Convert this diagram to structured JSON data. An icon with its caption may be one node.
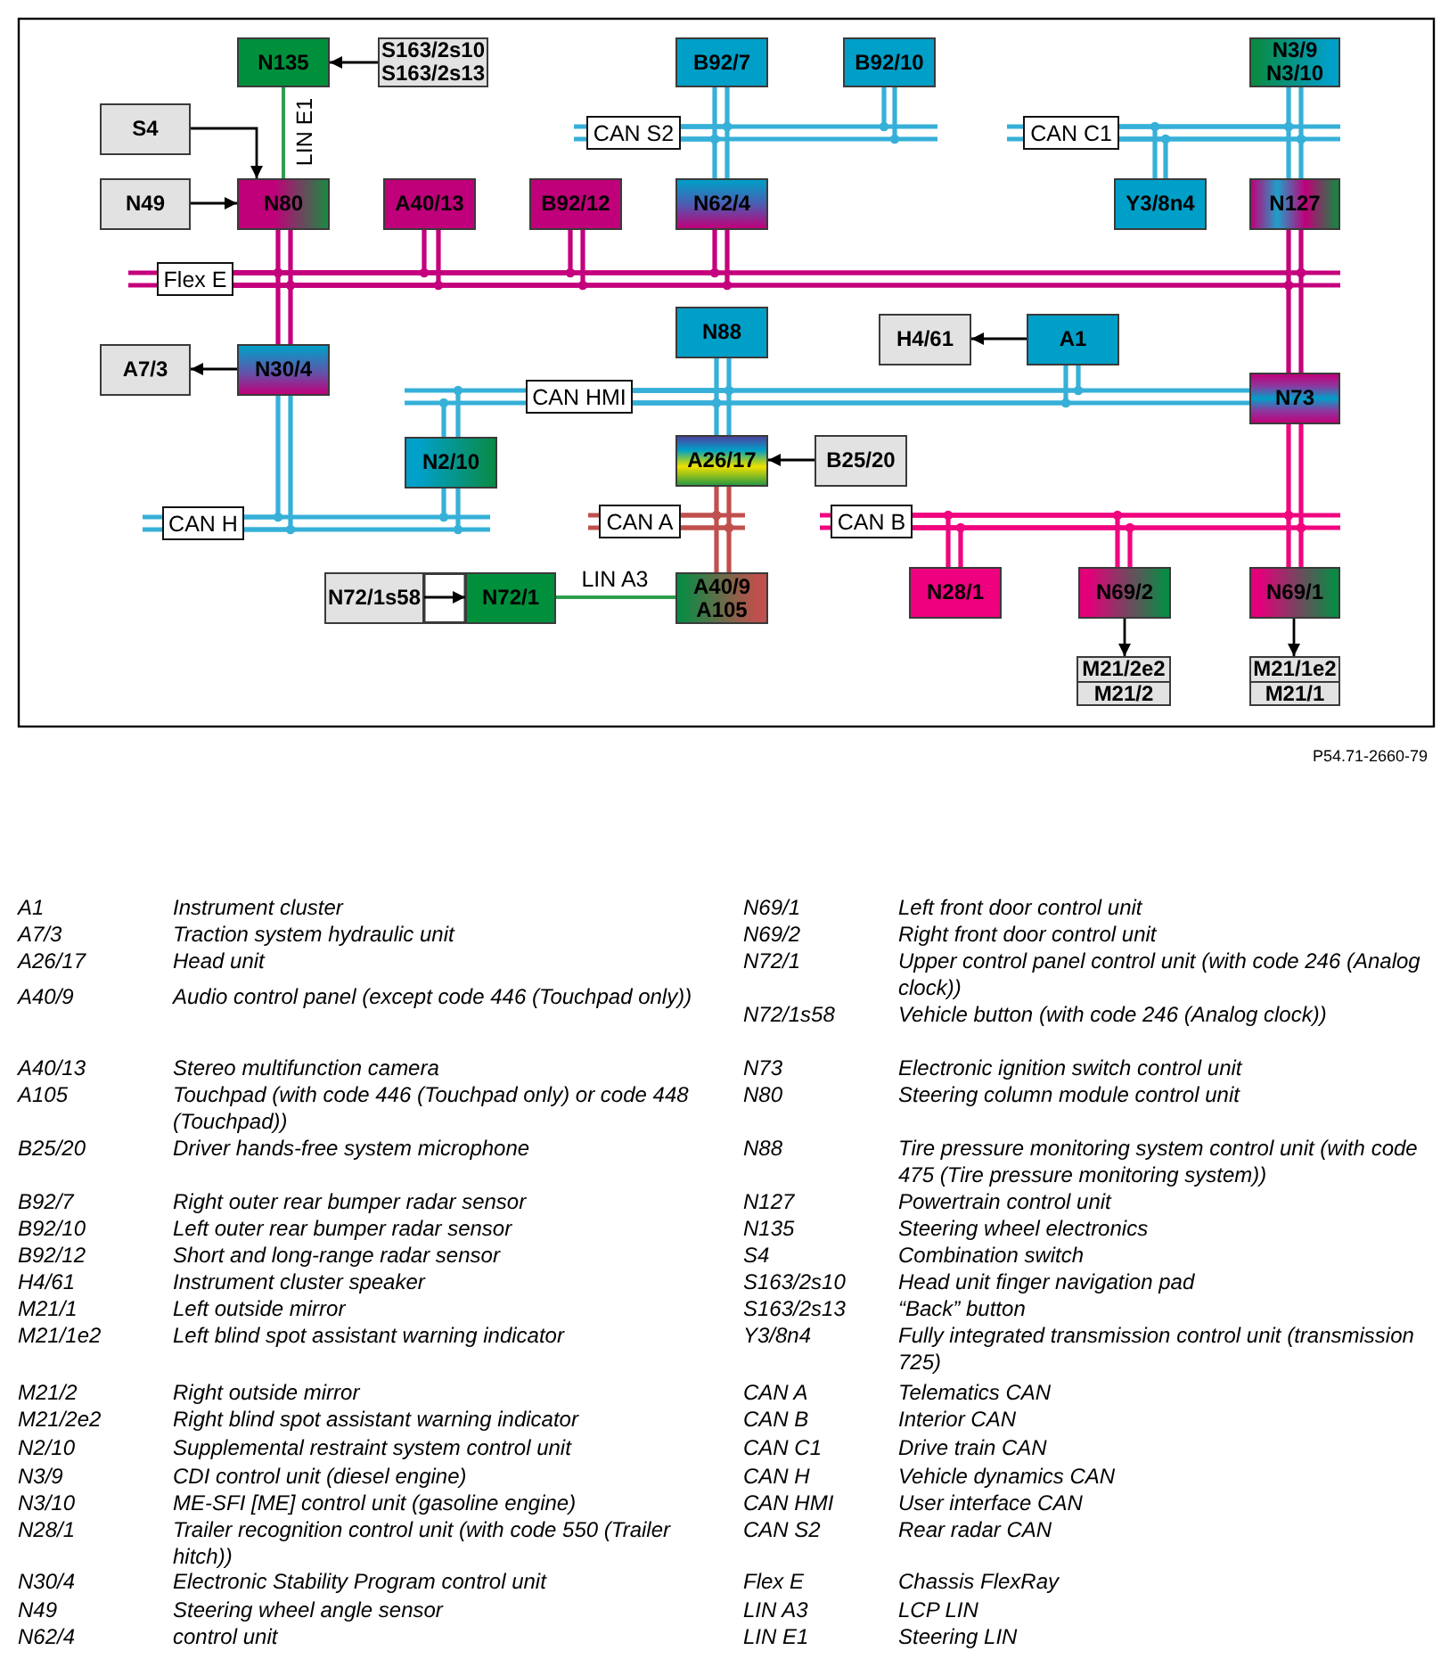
{
  "diagram": {
    "nodes": [
      {
        "text": [
          "N135"
        ]
      },
      {
        "text": [
          "S163/2s10",
          "S163/2s13"
        ]
      },
      {
        "text": [
          "B92/7"
        ]
      },
      {
        "text": [
          "B92/10"
        ]
      },
      {
        "text": [
          "N3/9",
          "N3/10"
        ]
      },
      {
        "text": [
          "S4"
        ]
      },
      {
        "text": [
          "CAN S2"
        ]
      },
      {
        "text": [
          "CAN C1"
        ]
      },
      {
        "text": [
          "N49"
        ]
      },
      {
        "text": [
          "N80"
        ]
      },
      {
        "text": [
          "A40/13"
        ]
      },
      {
        "text": [
          "B92/12"
        ]
      },
      {
        "text": [
          "N62/4"
        ]
      },
      {
        "text": [
          "Y3/8n4"
        ]
      },
      {
        "text": [
          "N127"
        ]
      },
      {
        "text": [
          "Flex E"
        ]
      },
      {
        "text": [
          "N88"
        ]
      },
      {
        "text": [
          "H4/61"
        ]
      },
      {
        "text": [
          "A1"
        ]
      },
      {
        "text": [
          "A7/3"
        ]
      },
      {
        "text": [
          "N30/4"
        ]
      },
      {
        "text": [
          "CAN HMI"
        ]
      },
      {
        "text": [
          "N73"
        ]
      },
      {
        "text": [
          "N2/10"
        ]
      },
      {
        "text": [
          "A26/17"
        ]
      },
      {
        "text": [
          "B25/20"
        ]
      },
      {
        "text": [
          "CAN H"
        ]
      },
      {
        "text": [
          "CAN A"
        ]
      },
      {
        "text": [
          "CAN B"
        ]
      },
      {
        "text": [
          "N72/1s58"
        ]
      },
      {
        "text": [
          "N72/1"
        ]
      },
      {
        "text": [
          "A40/9",
          "A105"
        ]
      },
      {
        "text": [
          "N28/1"
        ]
      },
      {
        "text": [
          "N69/2"
        ]
      },
      {
        "text": [
          "N69/1"
        ]
      },
      {
        "text": [
          "M21/2e2",
          "M21/2"
        ]
      },
      {
        "text": [
          "M21/1e2",
          "M21/1"
        ]
      }
    ],
    "edges": [
      {
        "from": 1,
        "to": 0,
        "arrow": "to",
        "color": "#000000"
      },
      {
        "from": 5,
        "to": 9,
        "arrow": "to",
        "color": "#000000"
      },
      {
        "from": 8,
        "to": 9,
        "arrow": "to",
        "color": "#000000"
      },
      {
        "from": 0,
        "to": 9,
        "arrow": "none",
        "label": "LIN E1",
        "color": "#2e9e4e"
      },
      {
        "from": 6,
        "to": 2,
        "arrow": "none",
        "color": "#36b0d8"
      },
      {
        "from": 6,
        "to": 3,
        "arrow": "none",
        "color": "#36b0d8"
      },
      {
        "from": 6,
        "to": 12,
        "arrow": "none",
        "color": "#36b0d8"
      },
      {
        "from": 7,
        "to": 4,
        "arrow": "none",
        "color": "#36b0d8"
      },
      {
        "from": 7,
        "to": 13,
        "arrow": "none",
        "color": "#36b0d8"
      },
      {
        "from": 7,
        "to": 14,
        "arrow": "none",
        "color": "#36b0d8"
      },
      {
        "from": 15,
        "to": 9,
        "arrow": "none",
        "color": "#c4007c"
      },
      {
        "from": 15,
        "to": 10,
        "arrow": "none",
        "color": "#c4007c"
      },
      {
        "from": 15,
        "to": 11,
        "arrow": "none",
        "color": "#c4007c"
      },
      {
        "from": 15,
        "to": 12,
        "arrow": "none",
        "color": "#c4007c"
      },
      {
        "from": 15,
        "to": 14,
        "arrow": "none",
        "color": "#c4007c"
      },
      {
        "from": 15,
        "to": 20,
        "arrow": "none",
        "color": "#c4007c"
      },
      {
        "from": 15,
        "to": 22,
        "arrow": "none",
        "color": "#c4007c"
      },
      {
        "from": 18,
        "to": 17,
        "arrow": "to",
        "color": "#000000"
      },
      {
        "from": 20,
        "to": 19,
        "arrow": "to",
        "color": "#000000"
      },
      {
        "from": 21,
        "to": 23,
        "arrow": "none",
        "color": "#36b0d8"
      },
      {
        "from": 21,
        "to": 16,
        "arrow": "none",
        "color": "#36b0d8"
      },
      {
        "from": 21,
        "to": 24,
        "arrow": "none",
        "color": "#36b0d8"
      },
      {
        "from": 21,
        "to": 18,
        "arrow": "none",
        "color": "#36b0d8"
      },
      {
        "from": 21,
        "to": 22,
        "arrow": "none",
        "color": "#36b0d8"
      },
      {
        "from": 25,
        "to": 24,
        "arrow": "to",
        "color": "#000000"
      },
      {
        "from": 26,
        "to": 20,
        "arrow": "none",
        "color": "#36b0d8"
      },
      {
        "from": 26,
        "to": 23,
        "arrow": "none",
        "color": "#36b0d8"
      },
      {
        "from": 27,
        "to": 24,
        "arrow": "none",
        "color": "#c0504d"
      },
      {
        "from": 27,
        "to": 31,
        "arrow": "none",
        "color": "#c0504d"
      },
      {
        "from": 28,
        "to": 32,
        "arrow": "none",
        "color": "#f0057f"
      },
      {
        "from": 28,
        "to": 33,
        "arrow": "none",
        "color": "#f0057f"
      },
      {
        "from": 28,
        "to": 22,
        "arrow": "none",
        "color": "#f0057f"
      },
      {
        "from": 28,
        "to": 34,
        "arrow": "none",
        "color": "#f0057f"
      },
      {
        "from": 29,
        "to": 30,
        "arrow": "to",
        "color": "#000000"
      },
      {
        "from": 30,
        "to": 31,
        "arrow": "none",
        "label": "LIN A3",
        "color": "#2e9e4e"
      },
      {
        "from": 33,
        "to": 35,
        "arrow": "to",
        "color": "#000000"
      },
      {
        "from": 34,
        "to": 36,
        "arrow": "to",
        "color": "#000000"
      },
      {
        "from": 6,
        "to": null,
        "arrow": "none",
        "color": "#36b0d8"
      },
      {
        "from": 7,
        "to": null,
        "arrow": "none",
        "color": "#36b0d8"
      },
      {
        "from": 15,
        "to": null,
        "arrow": "none",
        "color": "#c4007c"
      },
      {
        "from": 26,
        "to": null,
        "arrow": "none",
        "color": "#36b0d8"
      },
      {
        "from": 27,
        "to": null,
        "arrow": "none",
        "color": "#c0504d"
      },
      {
        "from": 28,
        "to": null,
        "arrow": "none",
        "color": "#f0057f"
      }
    ],
    "labels": [
      "P54.71-2660-79",
      "A1",
      "Instrument cluster",
      "A7/3",
      "Traction system hydraulic unit",
      "A26/17",
      "Head unit",
      "A40/9",
      "Audio control panel (except code 446 (Touchpad only))",
      "A40/13",
      "Stereo multifunction camera",
      "A105",
      "Touchpad (with code 446 (Touchpad only) or code 448 (Touchpad))",
      "B25/20",
      "Driver hands-free system microphone",
      "B92/7",
      "Right outer rear bumper radar sensor",
      "B92/10",
      "Left outer rear bumper radar sensor",
      "B92/12",
      "Short and long-range radar sensor",
      "H4/61",
      "Instrument cluster speaker",
      "M21/1",
      "Left outside mirror",
      "M21/1e2",
      "Left blind spot assistant warning indicator",
      "M21/2",
      "Right outside mirror",
      "M21/2e2",
      "Right blind spot assistant warning indicator",
      "N2/10",
      "Supplemental restraint system control unit",
      "N3/9",
      "CDI control unit (diesel engine)",
      "N3/10",
      "ME-SFI [ME] control unit (gasoline engine)",
      "N28/1",
      "Trailer recognition control unit (with code 550 (Trailer hitch))",
      "N30/4",
      "Electronic Stability Program control unit",
      "N49",
      "Steering wheel angle sensor",
      "N62/4",
      "control unit",
      "N69/1",
      "Left front door control unit",
      "N69/2",
      "Right front door control unit",
      "N72/1",
      "Upper control panel control unit (with code 246 (Analog clock))",
      "N72/1s58",
      "Vehicle button (with code 246 (Analog clock))",
      "N73",
      "Electronic ignition switch control unit",
      "N80",
      "Steering column module control unit",
      "N88",
      "Tire pressure monitoring system control unit (with code 475 (Tire pressure monitoring system))",
      "N127",
      "Powertrain control unit",
      "N135",
      "Steering wheel electronics",
      "S4",
      "Combination switch",
      "S163/2s10",
      "Head unit finger navigation pad",
      "S163/2s13",
      "“Back” button",
      "Y3/8n4",
      "Fully integrated transmission control unit (transmission 725)",
      "CAN A",
      "Telematics CAN",
      "CAN B",
      "Interior CAN",
      "CAN C1",
      "Drive train CAN",
      "CAN H",
      "Vehicle dynamics CAN",
      "CAN HMI",
      "User interface CAN",
      "CAN S2",
      "Rear radar CAN",
      "Flex E",
      "Chassis FlexRay",
      "LIN A3",
      "LCP LIN",
      "LIN E1",
      "Steering LIN"
    ]
  }
}
